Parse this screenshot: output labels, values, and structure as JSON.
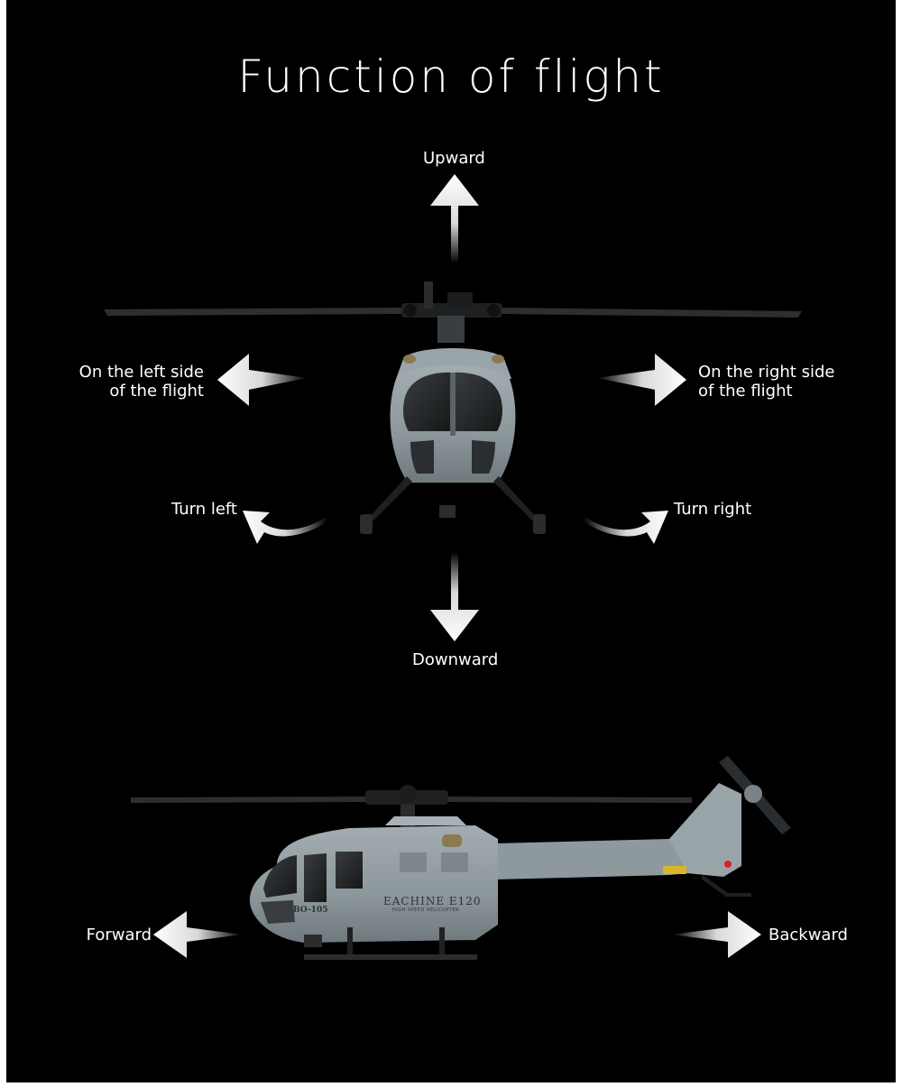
{
  "title": "Function of flight",
  "labels": {
    "upward": "Upward",
    "left_side_1": "On the left side",
    "left_side_2": "of the flight",
    "right_side_1": "On the right side",
    "right_side_2": "of the flight",
    "turn_left": "Turn left",
    "turn_right": "Turn right",
    "downward": "Downward",
    "forward": "Forward",
    "backward": "Backward"
  },
  "helicopter_markings": {
    "model": "EACHINE E120",
    "tagline": "HIGH SPEED HELICOPTER",
    "registration": "BO-105"
  },
  "colors": {
    "background": "#000000",
    "text": "#ffffff",
    "body": "#8f9a9e",
    "rotor": "#2a2d2f"
  }
}
